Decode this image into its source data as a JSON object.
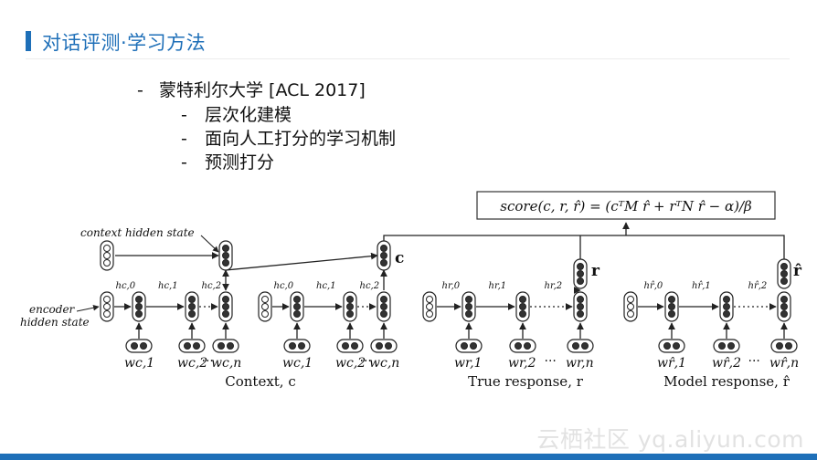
{
  "header": {
    "title": "对话评测·学习方法"
  },
  "bullets": {
    "main": "蒙特利尔大学 [ACL 2017]",
    "subs": [
      "层次化建模",
      "面向人工打分的学习机制",
      "预测打分"
    ]
  },
  "diagram": {
    "formula": "score(c, r, r̂) = (cᵀM r̂ + rᵀN r̂ − α)/β",
    "context_hidden_state": "context hidden state",
    "encoder_hidden_state_1": "encoder",
    "encoder_hidden_state_2": "hidden state",
    "vec_c": "c",
    "vec_r": "r",
    "vec_rhat": "r̂",
    "context_caption": "Context, c",
    "true_caption": "True response, r",
    "model_caption": "Model response, r̂",
    "ellipsis": "···",
    "ctx_h1": [
      "hc,0",
      "hc,1",
      "hc,2"
    ],
    "ctx_w1": [
      "wc,1",
      "wc,2",
      "wc,n"
    ],
    "ctx_h2": [
      "hc,0",
      "hc,1",
      "hc,2"
    ],
    "ctx_w2": [
      "wc,1",
      "wc,2",
      "wc,n"
    ],
    "true_h": [
      "hr,0",
      "hr,1",
      "hr,2"
    ],
    "true_w": [
      "wr,1",
      "wr,2",
      "wr,n"
    ],
    "model_h": [
      "hr̂,0",
      "hr̂,1",
      "hr̂,2"
    ],
    "model_w": [
      "wr̂,1",
      "wr̂,2",
      "wr̂,n"
    ]
  },
  "watermark": "云栖社区 yq.aliyun.com"
}
